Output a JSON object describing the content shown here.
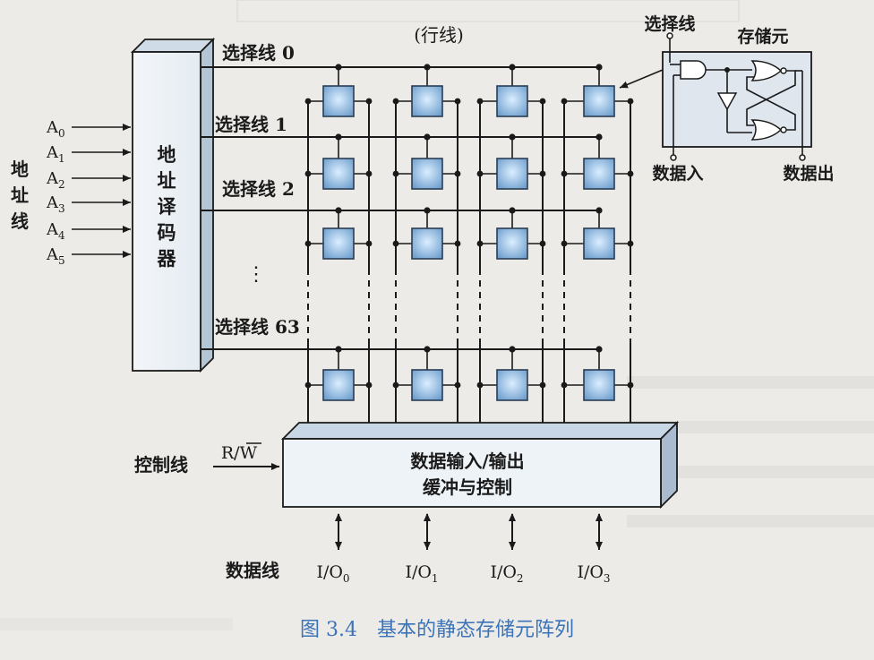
{
  "title": {
    "text": "图 3.4　基本的静态存储元阵列",
    "color": "#3b73b8"
  },
  "row_line_header": "(行线)",
  "address_lines": {
    "label": "地址线",
    "inputs": [
      "A0",
      "A1",
      "A2",
      "A3",
      "A4",
      "A5"
    ]
  },
  "decoder": {
    "label": "地址译码器"
  },
  "select_lines": [
    {
      "label": "选择线 0"
    },
    {
      "label": "选择线 1"
    },
    {
      "label": "选择线 2"
    },
    {
      "label": "选择线 63"
    }
  ],
  "ellipsis": "⋮",
  "control": {
    "label": "控制线",
    "signal": "R/W"
  },
  "io_buffer": {
    "line1": "数据输入/输出",
    "line2": "缓冲与控制"
  },
  "data_lines": {
    "label": "数据线",
    "ports": [
      "I/O0",
      "I/O1",
      "I/O2",
      "I/O3"
    ]
  },
  "inset": {
    "select_label": "选择线",
    "cell_label": "存储元",
    "data_in": "数据入",
    "data_out": "数据出"
  },
  "colors": {
    "cell_fill_center": "#dbeeff",
    "cell_fill_edge": "#6f9fce",
    "block_fill": "#eef3f7",
    "block_top": "#c7d7e6",
    "block_side": "#aabbd0"
  }
}
